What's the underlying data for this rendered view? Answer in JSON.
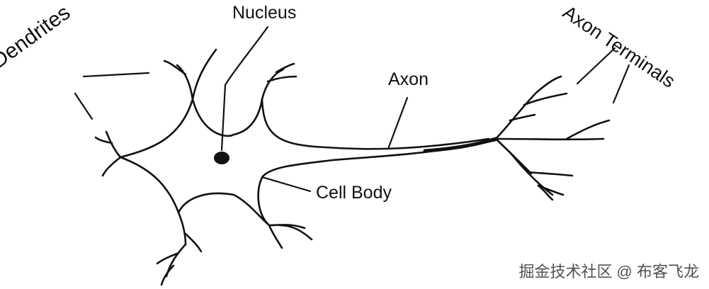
{
  "labels": {
    "nucleus": "Nucleus",
    "axon": "Axon",
    "cell_body": "Cell Body",
    "dendrites": "Dendrites",
    "axon_terminals": "Axon Terminals"
  },
  "watermark": "掘金技术社区 @ 布客飞龙",
  "colors": {
    "ink": "#111111",
    "background": "#ffffff"
  }
}
